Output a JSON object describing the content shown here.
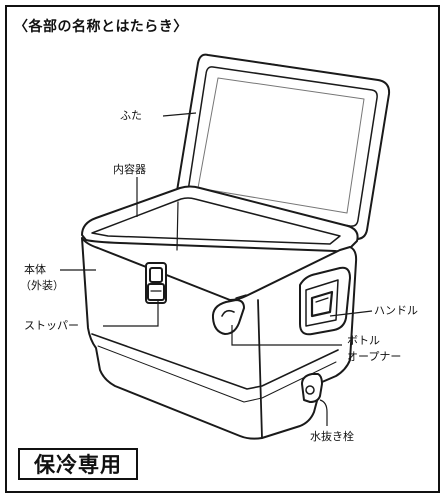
{
  "header": {
    "title": "〈各部の名称とはたらき〉"
  },
  "labels": {
    "lid": "ふた",
    "inner": "内容器",
    "body_line1": "本体",
    "body_line2": "（外装）",
    "stopper": "ストッパー",
    "handle": "ハンドル",
    "opener_line1": "ボトル",
    "opener_line2": "オープナー",
    "drain": "水抜き栓"
  },
  "badge": {
    "text": "保冷専用"
  }
}
